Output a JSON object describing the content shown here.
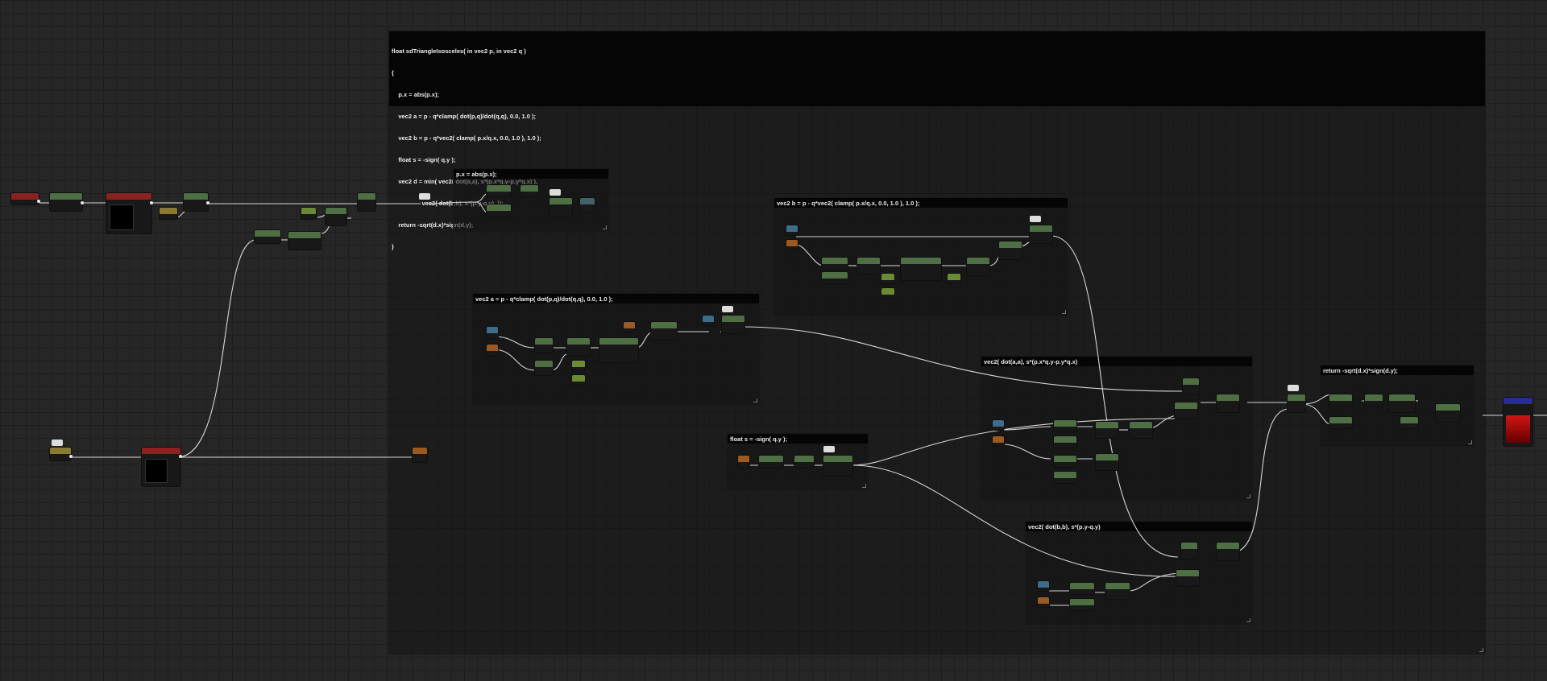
{
  "app": {
    "title": "Material Graph"
  },
  "code_comment": {
    "lines": [
      "float sdTriangleIsosceles( in vec2 p, in vec2 q )",
      "{",
      "    p.x = abs(p.x);",
      "    vec2 a = p - q*clamp( dot(p,q)/dot(q,q), 0.0, 1.0 );",
      "    vec2 b = p - q*vec2( clamp( p.x/q.x, 0.0, 1.0 ), 1.0 );",
      "    float s = -sign( q.y );",
      "    vec2 d = min( vec2( dot(a,a), s*(p.x*q.y-p.y*q.x) ),",
      "                  vec2( dot(b,b), s*(p.y-q.y)  ));",
      "    return -sqrt(d.x)*sign(d.y);",
      "}"
    ]
  },
  "comments": {
    "abs_px": "p.x = abs(p.x);",
    "vec_a": "vec2 a = p - q*clamp( dot(p,q)/dot(q,q), 0.0, 1.0 );",
    "vec_b": "vec2 b = p - q*vec2( clamp( p.x/q.x, 0.0, 1.0 ), 1.0 );",
    "float_s": "float s = -sign( q.y );",
    "vec2_dot_aa": "vec2( dot(a,a), s*(p.x*q.y-p.y*q.x)",
    "vec2_dot_bb": "vec2( dot(b,b), s*(p.y-q.y)",
    "return": "return -sqrt(d.x)*sign(d.y);"
  },
  "colors": {
    "background": "#262626",
    "wire": "#d8d8d8",
    "output_node": "#2a2aa0",
    "preview_red": "#c01010"
  }
}
